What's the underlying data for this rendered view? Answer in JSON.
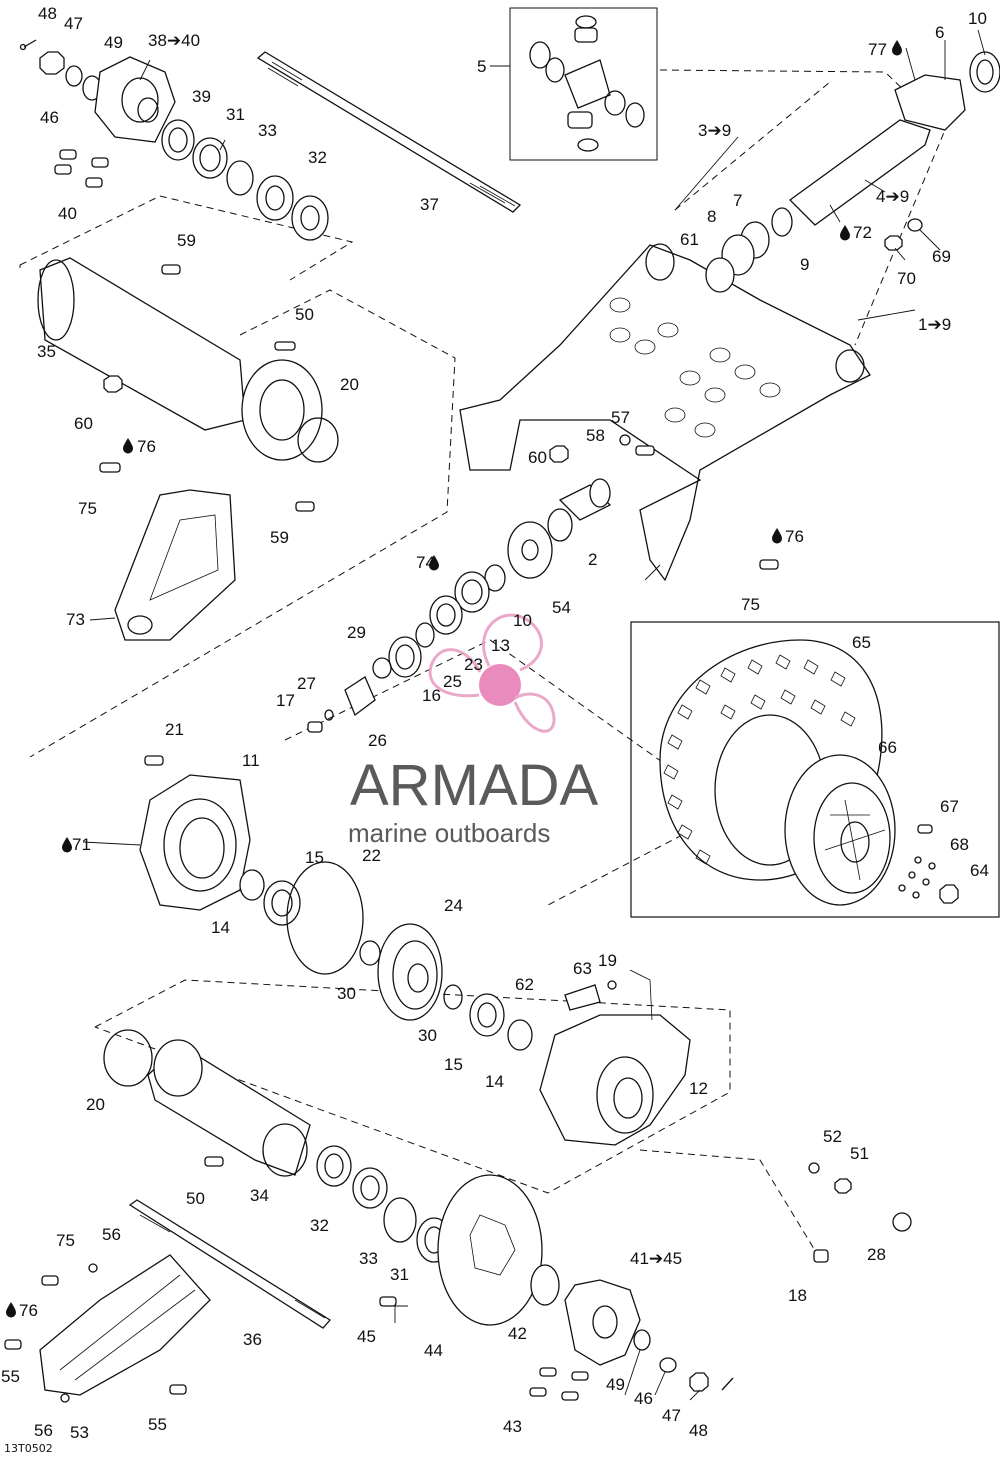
{
  "diagram_code": "13T0502",
  "watermark": {
    "brand": "ARMADA",
    "tagline": "marine outboards",
    "accent": "#e8a0c4",
    "hub": "#e77fb5"
  },
  "drop_icon": "oil-drop-icon",
  "labels": {
    "l1": "1➔9",
    "l2": "2",
    "l3": "3➔9",
    "l4": "4➔9",
    "l5": "5",
    "l6": "6",
    "l7": "7",
    "l8": "8",
    "l9a": "9",
    "l10a": "10",
    "l10b": "10",
    "l11": "11",
    "l12": "12",
    "l13": "13",
    "l14a": "14",
    "l14b": "14",
    "l15a": "15",
    "l15b": "15",
    "l16": "16",
    "l17": "17",
    "l18": "18",
    "l19": "19",
    "l20a": "20",
    "l20b": "20",
    "l21": "21",
    "l22": "22",
    "l23": "23",
    "l24": "24",
    "l25": "25",
    "l26": "26",
    "l27": "27",
    "l28": "28",
    "l29": "29",
    "l30a": "30",
    "l30b": "30",
    "l31a": "31",
    "l31b": "31",
    "l32a": "32",
    "l32b": "32",
    "l33a": "33",
    "l33b": "33",
    "l34": "34",
    "l35": "35",
    "l36": "36",
    "l37": "37",
    "l38": "38➔40",
    "l39": "39",
    "l40": "40",
    "l41": "41➔45",
    "l42": "42",
    "l43": "43",
    "l44": "44",
    "l45": "45",
    "l46a": "46",
    "l46b": "46",
    "l47a": "47",
    "l47b": "47",
    "l48a": "48",
    "l48b": "48",
    "l49a": "49",
    "l49b": "49",
    "l50a": "50",
    "l50b": "50",
    "l51": "51",
    "l52": "52",
    "l53": "53",
    "l54": "54",
    "l55a": "55",
    "l55b": "55",
    "l56a": "56",
    "l56b": "56",
    "l57": "57",
    "l58": "58",
    "l59a": "59",
    "l59b": "59",
    "l60a": "60",
    "l60b": "60",
    "l61": "61",
    "l62": "62",
    "l63": "63",
    "l64": "64",
    "l65": "65",
    "l66": "66",
    "l67": "67",
    "l68": "68",
    "l69": "69",
    "l70": "70",
    "l71": "71",
    "l72": "72",
    "l73": "73",
    "l74": "74",
    "l75a": "75",
    "l75b": "75",
    "l75c": "75",
    "l76a": "76",
    "l76b": "76",
    "l76c": "76",
    "l77": "77"
  }
}
